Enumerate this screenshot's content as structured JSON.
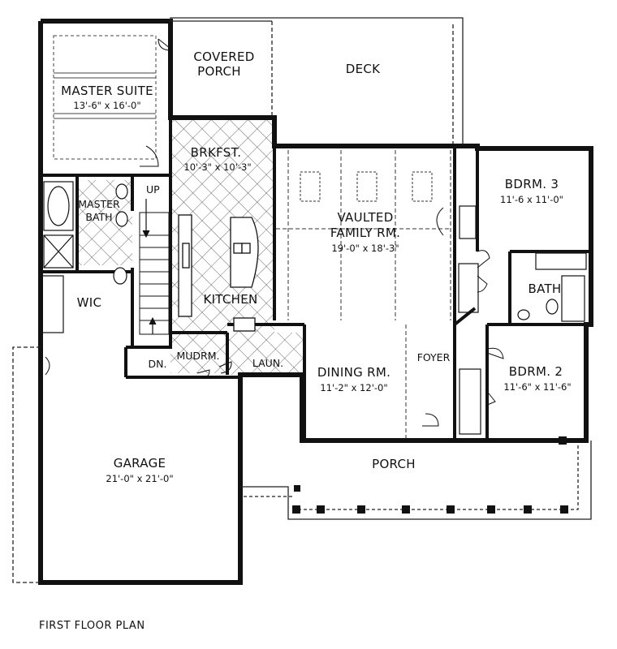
{
  "plan_title": "FIRST FLOOR PLAN",
  "rooms": {
    "master_suite": {
      "name": "MASTER SUITE",
      "dim": "13'-6\" x 16'-0\""
    },
    "covered_porch": {
      "line1": "COVERED",
      "line2": "PORCH"
    },
    "deck": {
      "name": "DECK"
    },
    "brkfst": {
      "name": "BRKFST.",
      "dim": "10'-3\" x 10'-3\""
    },
    "vaulted_family": {
      "line1": "VAULTED",
      "line2": "FAMILY RM.",
      "dim": "19'-0\" x 18'-3\""
    },
    "bdrm3": {
      "name": "BDRM. 3",
      "dim": "11'-6 x 11'-0\""
    },
    "master_bath": {
      "line1": "MASTER",
      "line2": "BATH"
    },
    "up": "UP",
    "wic": "WIC",
    "kitchen": "KITCHEN",
    "bath": "BATH",
    "dn": "DN.",
    "mudrm": "MUDRM.",
    "laun": "LAUN.",
    "dining": {
      "name": "DINING RM.",
      "dim": "11'-2\" x 12'-0\""
    },
    "foyer": "FOYER",
    "bdrm2": {
      "name": "BDRM. 2",
      "dim": "11'-6\" x 11'-6\""
    },
    "garage": {
      "name": "GARAGE",
      "dim": "21'-0\" x 21'-0\""
    },
    "porch": "PORCH"
  }
}
